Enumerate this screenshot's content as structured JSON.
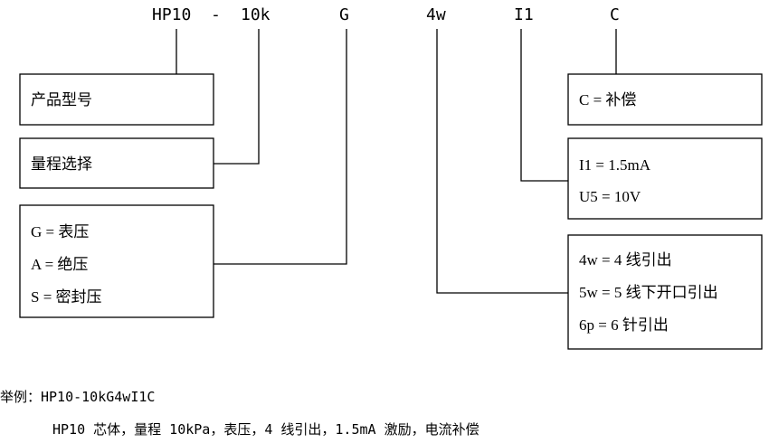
{
  "code": {
    "hp10": "HP10",
    "dash": "-",
    "range": "10k",
    "pressure": "G",
    "wires": "4w",
    "excitation": "I1",
    "compensation": "C"
  },
  "boxes": {
    "model": "产品型号",
    "range": "量程选择",
    "pressure_type": [
      "G = 表压",
      "A = 绝压",
      "S = 密封压"
    ],
    "compensation": "C = 补偿",
    "excitation": [
      "I1 = 1.5mA",
      "U5 = 10V"
    ],
    "wires": [
      "4w = 4 线引出",
      "5w = 5 线下开口引出",
      "6p = 6 针引出"
    ]
  },
  "example": {
    "line": "举例：HP10-10kG4wI1C",
    "description": "HP10 芯体，量程 10kPa，表压，4 线引出，1.5mA 激励，电流补偿"
  }
}
